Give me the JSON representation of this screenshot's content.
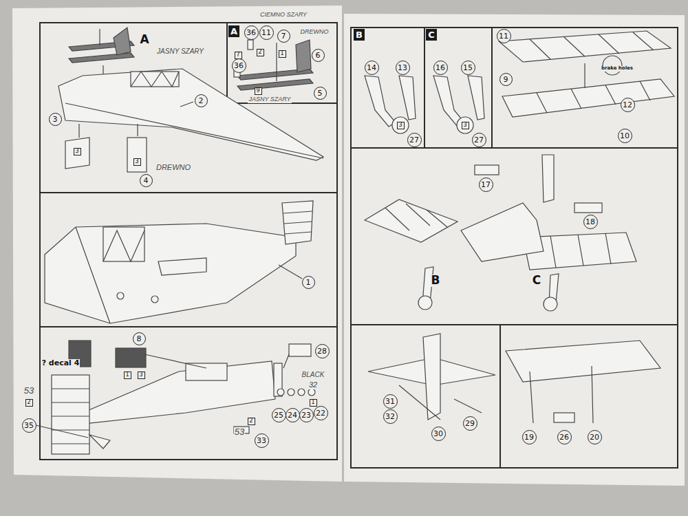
{
  "diagram": {
    "nodes": [
      {
        "text": [
          "A"
        ]
      },
      {
        "text": [
          "36"
        ]
      },
      {
        "text": [
          "11"
        ]
      },
      {
        "text": [
          "7"
        ]
      },
      {
        "text": [
          "6"
        ]
      },
      {
        "text": [
          "7"
        ]
      },
      {
        "text": [
          "2"
        ]
      },
      {
        "text": [
          "1"
        ]
      },
      {
        "text": [
          "36"
        ]
      },
      {
        "text": [
          "9"
        ]
      },
      {
        "text": [
          "5"
        ]
      },
      {
        "text": [
          "2"
        ]
      },
      {
        "text": [
          "3"
        ]
      },
      {
        "text": [
          "3"
        ]
      },
      {
        "text": [
          "4"
        ]
      },
      {
        "text": [
          "3"
        ]
      },
      {
        "text": [
          "1"
        ]
      },
      {
        "text": [
          "8"
        ]
      },
      {
        "text": [
          "1"
        ]
      },
      {
        "text": [
          "3"
        ]
      },
      {
        "text": [
          "28"
        ]
      },
      {
        "text": [
          "1"
        ]
      },
      {
        "text": [
          "22"
        ]
      },
      {
        "text": [
          "23"
        ]
      },
      {
        "text": [
          "24"
        ]
      },
      {
        "text": [
          "25"
        ]
      },
      {
        "text": [
          "2"
        ]
      },
      {
        "text": [
          "33"
        ]
      },
      {
        "text": [
          "2"
        ]
      },
      {
        "text": [
          "35"
        ]
      },
      {
        "text": [
          "B"
        ]
      },
      {
        "text": [
          "C"
        ]
      },
      {
        "text": [
          "14"
        ]
      },
      {
        "text": [
          "13"
        ]
      },
      {
        "text": [
          "16"
        ]
      },
      {
        "text": [
          "15"
        ]
      },
      {
        "text": [
          "3"
        ]
      },
      {
        "text": [
          "27"
        ]
      },
      {
        "text": [
          "3"
        ]
      },
      {
        "text": [
          "27"
        ]
      },
      {
        "text": [
          "11"
        ]
      },
      {
        "text": [
          "9"
        ]
      },
      {
        "text": [
          "12"
        ]
      },
      {
        "text": [
          "10"
        ]
      },
      {
        "text": [
          "17"
        ]
      },
      {
        "text": [
          "18"
        ]
      },
      {
        "text": [
          "31"
        ]
      },
      {
        "text": [
          "32"
        ]
      },
      {
        "text": [
          "29"
        ]
      },
      {
        "text": [
          "30"
        ]
      },
      {
        "text": [
          "19"
        ]
      },
      {
        "text": [
          "26"
        ]
      },
      {
        "text": [
          "20"
        ]
      }
    ],
    "labels": [
      "A",
      "CIEMNO SZARY",
      "DREWNO",
      "JASNY SZARY",
      "JASNY SZARY",
      "DREWNO",
      "? decal 4",
      "BLACK",
      "32",
      "53",
      "53",
      "B",
      "C",
      "brake holes"
    ]
  }
}
